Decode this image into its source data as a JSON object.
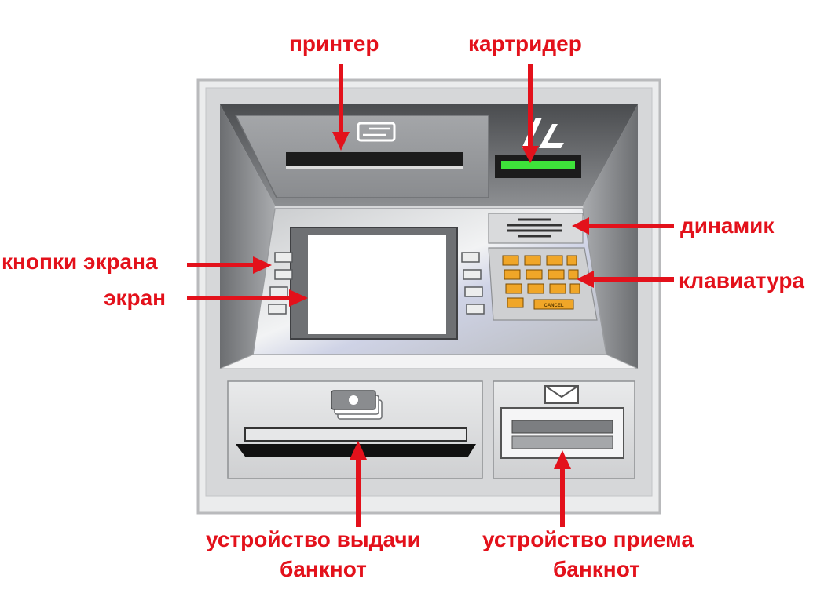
{
  "labels": {
    "printer": "принтер",
    "card_reader": "картридер",
    "speaker": "динамик",
    "screen_buttons": "кнопки экрана",
    "keyboard": "клавиатура",
    "screen": "экран",
    "dispenser_line1": "устройство выдачи",
    "dispenser_line2": "банкнот",
    "acceptor_line1": "устройство приема",
    "acceptor_line2": "банкнот"
  },
  "keypad": {
    "cancel_key": "CANCEL"
  },
  "colors": {
    "label": "#e3111b",
    "arrow": "#e3111b",
    "card_slot_light": "#3ee33a",
    "keys": "#f0a628",
    "frame": "#d9dadc",
    "hood": "#55575a",
    "screen": "#ffffff"
  },
  "icons": [
    "receipt-icon",
    "card-icon",
    "banknotes-icon",
    "envelope-icon"
  ]
}
